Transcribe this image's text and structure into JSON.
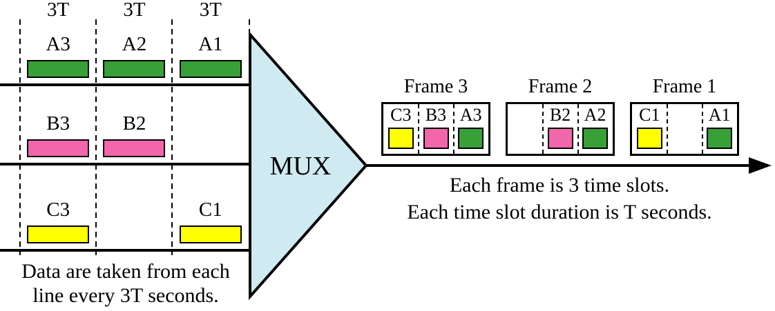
{
  "colors": {
    "green": "#37a037",
    "pink": "#f266ac",
    "yellow": "#ffff00",
    "mux_fill": "#d0eaf2",
    "ink": "#000000"
  },
  "left_panel": {
    "interval_labels": [
      "3T",
      "3T",
      "3T"
    ],
    "lines": [
      {
        "slots": [
          {
            "label": "A3",
            "color": "#37a037"
          },
          {
            "label": "A2",
            "color": "#37a037"
          },
          {
            "label": "A1",
            "color": "#37a037"
          }
        ]
      },
      {
        "slots": [
          {
            "label": "B3",
            "color": "#f266ac"
          },
          {
            "label": "B2",
            "color": "#f266ac"
          },
          null
        ]
      },
      {
        "slots": [
          {
            "label": "C3",
            "color": "#ffff00"
          },
          null,
          {
            "label": "C1",
            "color": "#ffff00"
          }
        ]
      }
    ],
    "caption": {
      "line1": "Data are taken from each",
      "line2": "line every 3T seconds."
    }
  },
  "mux": {
    "label": "MUX",
    "fill": "#d0eaf2"
  },
  "output_panel": {
    "frames": [
      {
        "title": "Frame 3",
        "slots": [
          {
            "label": "C3",
            "color": "#ffff00"
          },
          {
            "label": "B3",
            "color": "#f266ac"
          },
          {
            "label": "A3",
            "color": "#37a037"
          }
        ]
      },
      {
        "title": "Frame 2",
        "slots": [
          null,
          {
            "label": "B2",
            "color": "#f266ac"
          },
          {
            "label": "A2",
            "color": "#37a037"
          }
        ]
      },
      {
        "title": "Frame 1",
        "slots": [
          {
            "label": "C1",
            "color": "#ffff00"
          },
          null,
          {
            "label": "A1",
            "color": "#37a037"
          }
        ]
      }
    ],
    "caption": {
      "line1": "Each frame is 3 time slots.",
      "line2": "Each time slot duration is T seconds."
    }
  }
}
